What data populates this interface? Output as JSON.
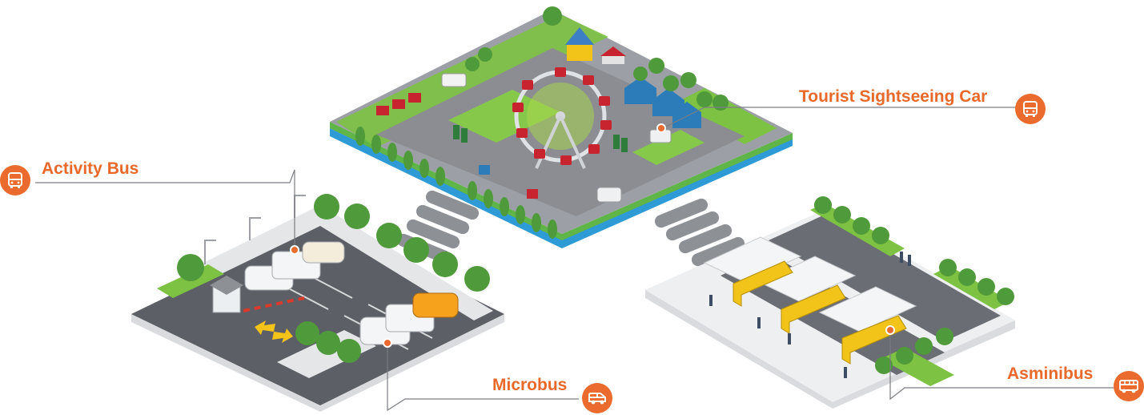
{
  "callouts": {
    "tourist": {
      "label": "Tourist Sightseeing Car",
      "icon": "bus-front-icon"
    },
    "activity": {
      "label": "Activity Bus",
      "icon": "bus-front-icon"
    },
    "microbus": {
      "label": "Microbus",
      "icon": "van-side-icon"
    },
    "asminibus": {
      "label": "Asminibus",
      "icon": "bus-side-icon"
    }
  },
  "colors": {
    "accent": "#ea6b2d",
    "road": "#8b8d92",
    "grass": "#7dc242",
    "tree": "#4f9a3a",
    "water": "#2e9bd6",
    "bus": "#f2c318"
  }
}
